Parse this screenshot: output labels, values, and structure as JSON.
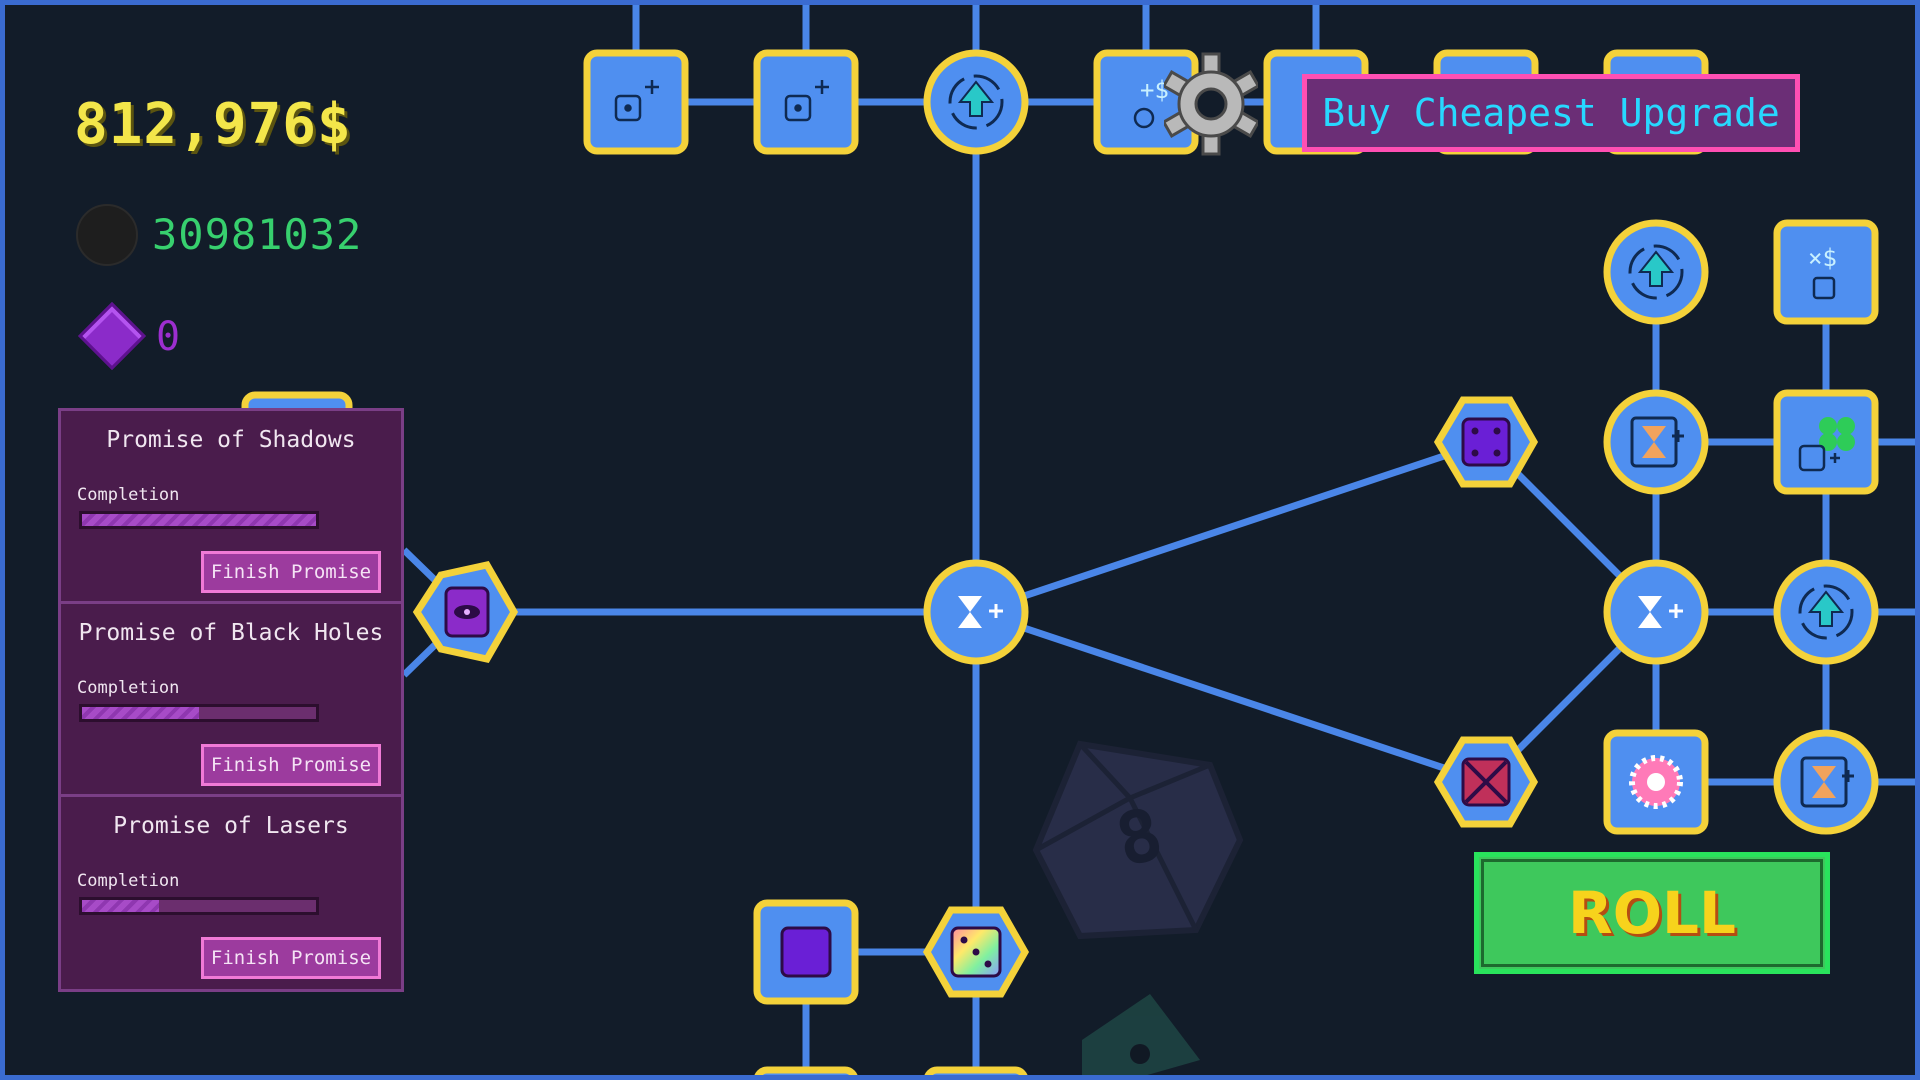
{
  "currency": {
    "money": "812,976$",
    "dice": "30981032",
    "gems": "0"
  },
  "toolbar": {
    "buy_cheapest_label": "Buy Cheapest Upgrade",
    "roll_label": "ROLL"
  },
  "promises": [
    {
      "title": "Promise of Shadows",
      "completion_label": "Completion",
      "progress": 1.0,
      "button_label": "Finish Promise"
    },
    {
      "title": "Promise of Black Holes",
      "completion_label": "Completion",
      "progress": 0.5,
      "button_label": "Finish Promise"
    },
    {
      "title": "Promise of Lasers",
      "completion_label": "Completion",
      "progress": 0.33,
      "button_label": "Finish Promise"
    }
  ],
  "background_die": {
    "face_value": "8"
  },
  "colors": {
    "line": "#4a86e8",
    "node_fill": "#4f8ff0",
    "node_border": "#f4d23a",
    "background": "#121c29"
  },
  "icons": [
    "settings-gear-icon",
    "dice-icon",
    "hourglass-plus-icon",
    "reroll-arrow-icon",
    "purple-die-icon",
    "rainbow-die-icon",
    "eye-icon",
    "crossed-die-icon",
    "clover-icon",
    "multiplier-dollar-icon",
    "flower-icon"
  ]
}
